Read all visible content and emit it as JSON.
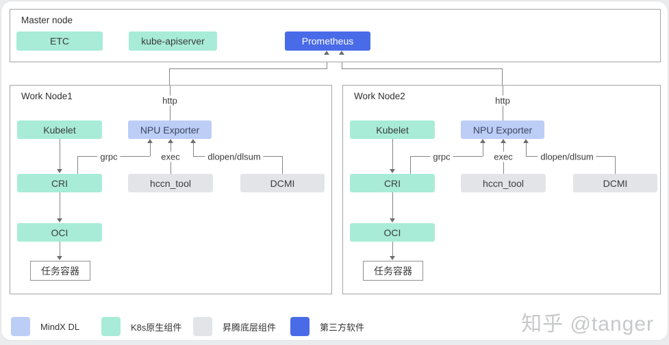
{
  "master_node": {
    "title": "Master node",
    "etc": "ETC",
    "kube_apiserver": "kube-apiserver",
    "prometheus": "Prometheus"
  },
  "work_nodes": [
    {
      "title": "Work Node1"
    },
    {
      "title": "Work Node2"
    }
  ],
  "components": {
    "kubelet": "Kubelet",
    "npu_exporter": "NPU Exporter",
    "cri": "CRI",
    "hccn_tool": "hccn_tool",
    "dcmi": "DCMI",
    "oci": "OCI",
    "task_container": "任务容器"
  },
  "edge_labels": {
    "http": "http",
    "grpc": "grpc",
    "exec": "exec",
    "dlopen": "dlopen/dlsum"
  },
  "legend": {
    "items": [
      {
        "label": "MindX DL",
        "color": "#bccdf6"
      },
      {
        "label": "K8s原生组件",
        "color": "#a8ecd8"
      },
      {
        "label": "昇腾底层组件",
        "color": "#e2e4e7"
      },
      {
        "label": "第三方软件",
        "color": "#4a6be8"
      }
    ]
  },
  "watermark": "知乎 @tanger",
  "colors": {
    "mindx_dl": "#bccdf6",
    "k8s_native": "#a8ecd8",
    "ascend_base": "#e2e4e7",
    "third_party": "#4a6be8",
    "line": "#848484",
    "box_text": "#3a3a3a"
  }
}
